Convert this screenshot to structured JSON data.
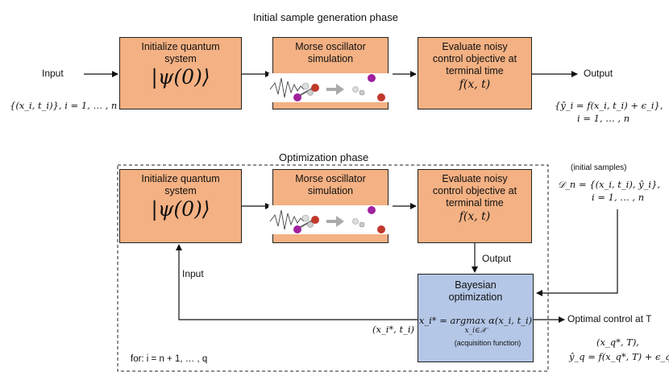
{
  "top": {
    "title": "Initial sample generation phase",
    "input_label": "Input",
    "input_set": "{(x_i, t_i)}, i = 1, … , n",
    "box1_line1": "Initialize quantum",
    "box1_line2": "system",
    "psi": "|ψ(0)⟩",
    "box2_line1": "Morse oscillator",
    "box2_line2": "simulation",
    "box3_line1": "Evaluate noisy",
    "box3_line2": "control objective at",
    "box3_line3": "terminal time",
    "box3_formula": "f(x, t)",
    "output_label": "Output",
    "output_eq1": "{ŷ_i = f(x_i, t_i) + ϵ_i},",
    "output_eq2": "i = 1, … , n"
  },
  "bottom": {
    "title": "Optimization phase",
    "box1_line1": "Initialize quantum",
    "box1_line2": "system",
    "psi": "|ψ(0)⟩",
    "box2_line1": "Morse oscillator",
    "box2_line2": "simulation",
    "box3_line1": "Evaluate noisy",
    "box3_line2": "control objective at",
    "box3_line3": "terminal time",
    "box3_formula": "f(x, t)",
    "initial_samples": "(initial samples)",
    "dn_eq1": "𝒟_n = {(x_i, t_i), ŷ_i},",
    "dn_eq2": "i = 1, … , n",
    "output_label": "Output",
    "input_label": "Input",
    "bayes_line1": "Bayesian",
    "bayes_line2": "optimization",
    "bayes_formula": "x_i* = argmax α(x_i, t_i)",
    "bayes_sub": "x_i∈𝒳",
    "acq_label": "(acquisition function)",
    "candidate": "(x_i*, t_i)",
    "optimal_label": "Optimal control at T",
    "optimal_eq1": "(x_q*, T),",
    "optimal_eq2": "ŷ_q = f(x_q*, T) + ϵ_q",
    "loop_label": "for:  i = n + 1, … , q"
  },
  "colors": {
    "box_fill": "#f4b183",
    "bayes_fill": "#b4c7e7",
    "molecule_purple": "#a0219e",
    "molecule_red": "#c0392b"
  }
}
